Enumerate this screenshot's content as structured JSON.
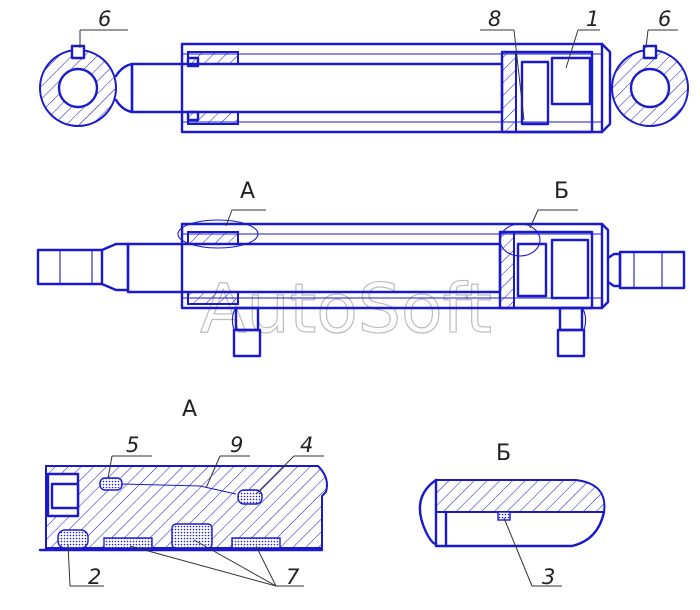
{
  "callouts": {
    "p1": "1",
    "p2": "2",
    "p3": "3",
    "p4": "4",
    "p5": "5",
    "p6_left": "6",
    "p6_right": "6",
    "p7": "7",
    "p8": "8",
    "p9": "9"
  },
  "sections": {
    "a_marker": "А",
    "b_marker": "Б",
    "a_title": "А",
    "b_title": "Б"
  },
  "watermark": "AutoSoft",
  "colors": {
    "outline": "#1a1acc",
    "leader": "#333333",
    "watermark": "#bdbdbd"
  }
}
